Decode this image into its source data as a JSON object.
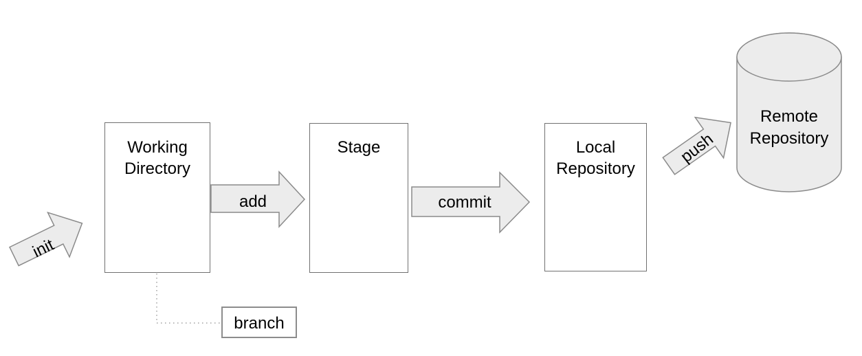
{
  "diagram": {
    "background_color": "#ffffff",
    "text_color": "#000000",
    "arrow_fill": "#ececec",
    "arrow_stroke": "#8a8a8a",
    "box_fill": "#ffffff",
    "box_stroke": "#707070",
    "branch_box_stroke": "#8c8c8c",
    "connector_color": "#a0a0a0",
    "nodes": {
      "working_directory": {
        "label": "Working Directory",
        "shape": "rectangle"
      },
      "stage": {
        "label": "Stage",
        "shape": "rectangle"
      },
      "local_repository": {
        "label": "Local Repository",
        "shape": "rectangle"
      },
      "remote_repository": {
        "label": "Remote Repository",
        "shape": "cylinder"
      },
      "branch": {
        "label": "branch",
        "shape": "rectangle"
      }
    },
    "edges": {
      "init": {
        "label": "init",
        "style": "block-arrow",
        "to": "working_directory"
      },
      "add": {
        "label": "add",
        "style": "block-arrow",
        "from": "working_directory",
        "to": "stage"
      },
      "commit": {
        "label": "commit",
        "style": "block-arrow",
        "from": "stage",
        "to": "local_repository"
      },
      "push": {
        "label": "push",
        "style": "block-arrow",
        "from": "local_repository",
        "to": "remote_repository"
      },
      "branch_connector": {
        "style": "dotted-line",
        "from": "working_directory",
        "to": "branch"
      }
    }
  }
}
